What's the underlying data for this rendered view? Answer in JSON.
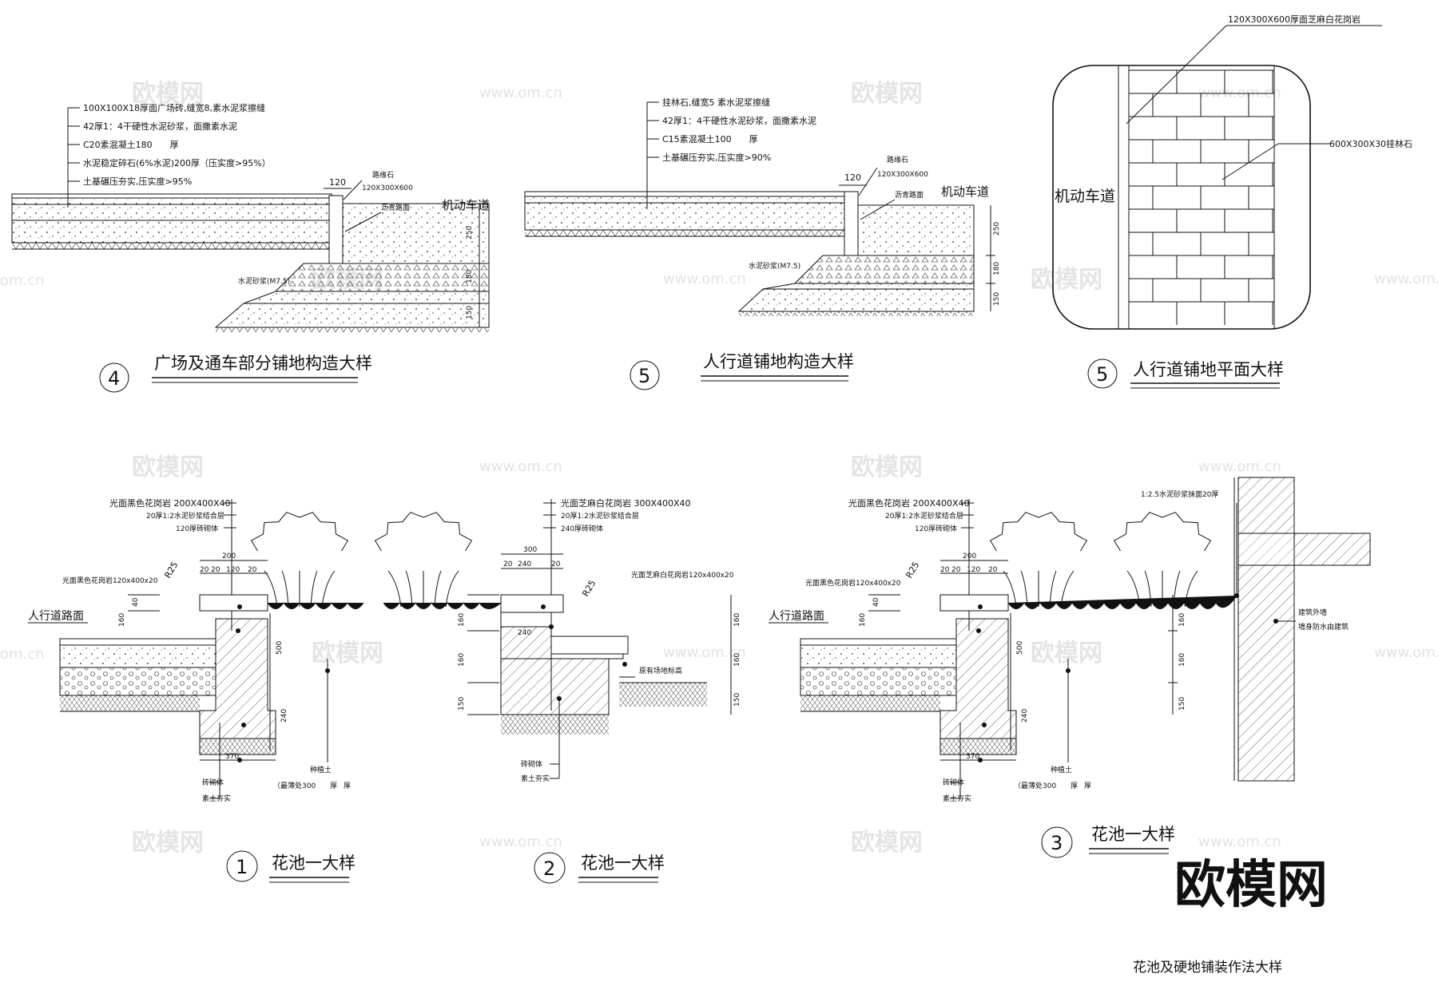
{
  "drawing_title": "花池及硬地铺装作法大样",
  "brand_logo": "欧模网",
  "watermark": {
    "cn": "欧模网",
    "url": "www.om.cn",
    "short": "om.cn"
  },
  "detail4": {
    "number": "4",
    "title": "广场及通车部分铺地构造大样",
    "layers": [
      "100X100X18厚面广场砖,缝宽8,素水泥浆擦缝",
      "42厚1：4干硬性水泥砂浆，面撒素水泥",
      "C20素混凝土180　　厚",
      "水泥稳定碎石(6%水泥)200厚（压实度>95%）",
      "土基碾压夯实,压实度>95%"
    ],
    "curb_width": "120",
    "curb_label": "路缘石",
    "curb_size": "120X300X600",
    "asphalt": "沥青路面",
    "road": "机动车道",
    "mortar": "水泥砂浆(M7.5)",
    "dims": [
      "250",
      "180",
      "150"
    ]
  },
  "detail5a": {
    "number": "5",
    "title": "人行道铺地构造大样",
    "layers": [
      "挂林石,缝宽5 素水泥浆擦缝",
      "42厚1：4干硬性水泥砂浆，面撒素水泥",
      "C15素混凝土100　　厚",
      "土基碾压夯实,压实度>90%"
    ],
    "curb_width": "120",
    "curb_label": "路缘石",
    "curb_size": "120X300X600",
    "asphalt": "沥青路面",
    "road": "机动车道",
    "mortar": "水泥砂浆(M7.5)",
    "dims": [
      "250",
      "180",
      "150"
    ]
  },
  "detail5b": {
    "number": "5",
    "title": "人行道铺地平面大样",
    "curb_note": "120X300X600厚面芝麻白花岗岩",
    "paver_note": "600X300X30挂林石",
    "road": "机动车道"
  },
  "detail1": {
    "number": "1",
    "title": "花池一大样",
    "notes": [
      "光面黑色花岗岩 200X400X40",
      "20厚1:2水泥砂浆结合层",
      "120厚砖砌体"
    ],
    "edge_note": "光面黑色花岗岩120x400x20",
    "radius": "R25",
    "sidewalk": "人行道路面",
    "dims_top": [
      "200",
      "20",
      "20",
      "120",
      "20"
    ],
    "dims_side": [
      "160",
      "40",
      "500",
      "240"
    ],
    "bottom_dim": "370",
    "bottom_notes": [
      "砖砌体",
      "素土夯实"
    ],
    "soil_note": "种植土",
    "soil_depth": "（最薄处300　　厚"
  },
  "detail2": {
    "number": "2",
    "title": "花池一大样",
    "notes": [
      "光面芝麻白花岗岩 300X400X40",
      "20厚1:2水泥砂浆结合层",
      "240厚砖砌体"
    ],
    "edge_note": "光面芝麻白花岗岩120x400x20",
    "radius": "R25",
    "dims_top": [
      "300",
      "20",
      "240",
      "20"
    ],
    "dims_side": [
      "160",
      "160",
      "150"
    ],
    "side_dim": "240",
    "ground_note": "原有场地标高",
    "bottom_notes": [
      "砖砌体",
      "素土夯实"
    ]
  },
  "detail3": {
    "number": "3",
    "title": "花池一大样",
    "notes": [
      "光面黑色花岗岩 200X400X40",
      "20厚1:2水泥砂浆结合层",
      "120厚砖砌体"
    ],
    "edge_note": "光面黑色花岗岩120x400x20",
    "radius": "R25",
    "sidewalk": "人行道路面",
    "wall_note": "1:2.5水泥砂浆抹面20厚",
    "wall_labels": [
      "建筑外墙",
      "墙身防水由建筑"
    ],
    "dims_top": [
      "200",
      "20",
      "20",
      "120",
      "20"
    ],
    "dims_side": [
      "160",
      "40",
      "500",
      "240"
    ],
    "dims_wall": [
      "160",
      "160",
      "150"
    ],
    "bottom_dim": "370",
    "bottom_notes": [
      "砖砌体",
      "素土夯实"
    ],
    "soil_note": "种植土",
    "soil_depth": "（最薄处300　　厚"
  }
}
